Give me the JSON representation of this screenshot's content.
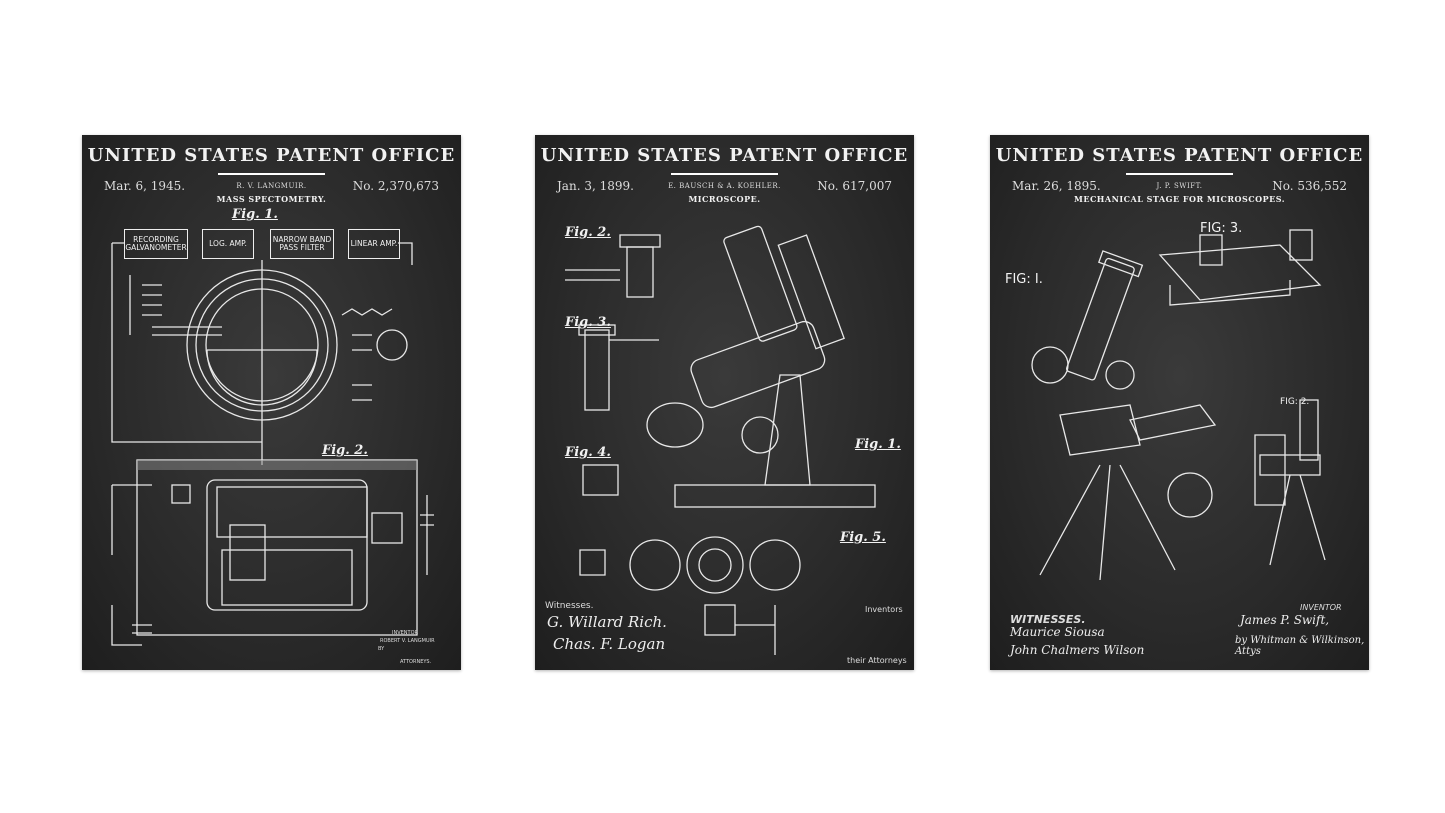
{
  "posters": [
    {
      "office": "UNITED STATES PATENT OFFICE",
      "date": "Mar. 6, 1945.",
      "inventor": "R. V. LANGMUIR.",
      "number": "No. 2,370,673",
      "subject": "MASS SPECTOMETRY.",
      "figures": [
        "Fig. 1.",
        "Fig. 2."
      ],
      "blocks": [
        "RECORDING GALVANOMETER",
        "LOG. AMP.",
        "NARROW BAND PASS FILTER",
        "LINEAR AMP."
      ],
      "footer": {
        "inventor_label": "INVENTOR",
        "inventor_name": "ROBERT V. LANGMUIR",
        "by": "BY",
        "attorneys_label": "ATTORNEYS."
      }
    },
    {
      "office": "UNITED STATES PATENT OFFICE",
      "date": "Jan. 3, 1899.",
      "inventor": "E. BAUSCH & A. KOEHLER.",
      "number": "No. 617,007",
      "subject": "MICROSCOPE.",
      "figures": [
        "Fig. 2.",
        "Fig. 3.",
        "Fig. 4.",
        "Fig. 1.",
        "Fig. 5."
      ],
      "footer": {
        "witnesses_label": "Witnesses.",
        "witness_1": "G. Willard Rich.",
        "witness_2": "Chas. F. Logan",
        "inventors_label": "Inventors",
        "attorneys_label": "their Attorneys"
      }
    },
    {
      "office": "UNITED STATES PATENT OFFICE",
      "date": "Mar. 26, 1895.",
      "inventor": "J. P. SWIFT.",
      "number": "No. 536,552",
      "subject": "MECHANICAL STAGE FOR MICROSCOPES.",
      "figures": [
        "FIG: I.",
        "FIG: 3.",
        "FIG: 2."
      ],
      "footer": {
        "witnesses_label": "WITNESSES.",
        "witness_1": "Maurice Siousa",
        "witness_2": "John Chalmers Wilson",
        "inventor_label": "INVENTOR",
        "inventor_name": "James P. Swift,",
        "attorneys": "by Whitman & Wilkinson, Attys"
      }
    }
  ]
}
